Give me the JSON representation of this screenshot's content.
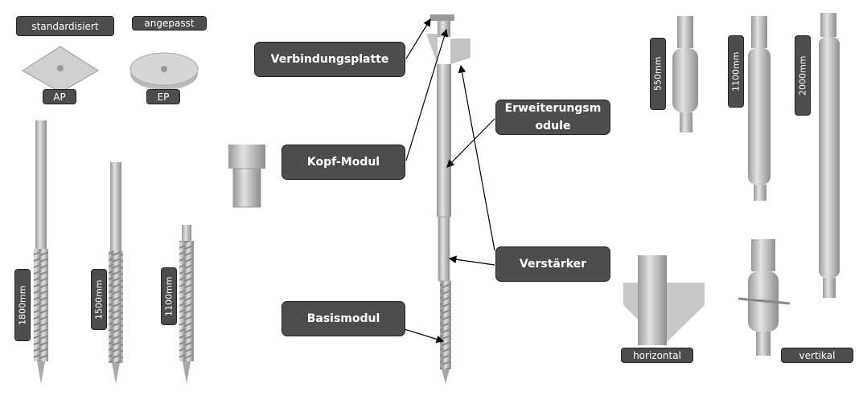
{
  "plates": {
    "header_standard": "standardisiert",
    "header_custom": "angepasst",
    "ap": "AP",
    "ep": "EP"
  },
  "base_lengths": [
    "1800mm",
    "1500mm",
    "1100mm"
  ],
  "callouts": {
    "plate": "Verbindungsplatte",
    "head": "Kopf-Modul",
    "extension": "Erweiterungsmodule",
    "reinforcer": "Verstärker",
    "base": "Basismodul"
  },
  "extension_lengths": [
    "550mm",
    "1100mm",
    "2000mm"
  ],
  "reinforcer_types": {
    "horizontal": "horizontal",
    "vertical": "vertikal"
  },
  "colors": {
    "label_bg": "#4d4d4d",
    "metal": "#c8c8c8"
  }
}
